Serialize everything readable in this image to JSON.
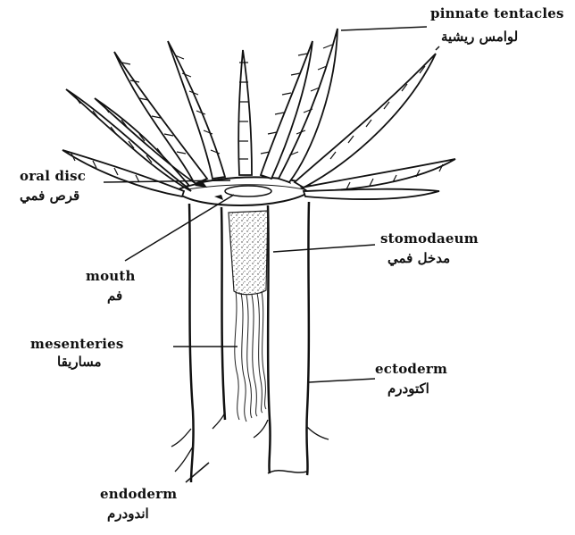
{
  "labels": {
    "pinnate_tentacles": {
      "en": "pinnate tentacles",
      "ar": "لوامس ريشية"
    },
    "oral_disc": {
      "en": "oral disc",
      "ar": "قرص فمي"
    },
    "stomodaeum": {
      "en": "stomodaeum",
      "ar": "مدخل فمي"
    },
    "mouth": {
      "en": "mouth",
      "ar": "فم"
    },
    "mesenteries": {
      "en": "mesenteries",
      "ar": "مساريقا"
    },
    "ectoderm": {
      "en": "ectoderm",
      "ar": "اكتودرم"
    },
    "endoderm": {
      "en": "endoderm",
      "ar": "اندودرم"
    }
  },
  "colors": {
    "ink": "#111111",
    "paper": "#ffffff"
  }
}
